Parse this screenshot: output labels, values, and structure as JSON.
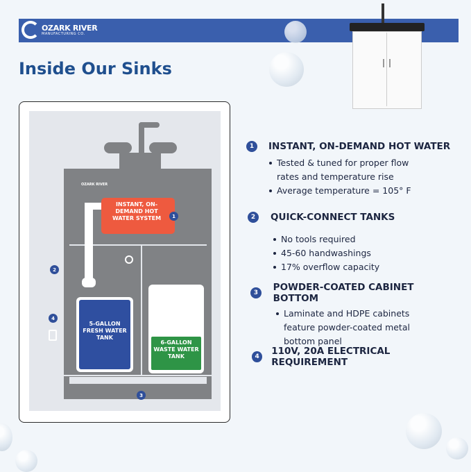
{
  "brand": {
    "name": "OZARK RIVER",
    "sub": "MANUFACTURING CO."
  },
  "title": "Inside Our Sinks",
  "diagram": {
    "heater_label": "INSTANT, ON-DEMAND HOT WATER SYSTEM",
    "fresh_tank": "5-GALLON FRESH WATER TANK",
    "waste_tank": "6-GALLON WASTE WATER TANK",
    "callouts": [
      "1",
      "2",
      "3",
      "4"
    ],
    "colors": {
      "heater": "#ee5a3f",
      "fresh": "#2f4fa0",
      "waste": "#2e9446",
      "cabinet": "#808285"
    }
  },
  "features": [
    {
      "num": "1",
      "heading": "INSTANT, ON-DEMAND HOT WATER",
      "bullets": [
        "Tested & tuned for proper flow rates and temperature rise",
        "Average temperature = 105° F"
      ]
    },
    {
      "num": "2",
      "heading": "QUICK-CONNECT TANKS",
      "bullets": [
        "No tools required",
        "45-60 handwashings",
        "17% overflow capacity"
      ]
    },
    {
      "num": "3",
      "heading": "POWDER-COATED CABINET BOTTOM",
      "bullets": [
        "Laminate and HDPE cabinets feature powder-coated metal bottom panel"
      ]
    },
    {
      "num": "4",
      "heading": "110V, 20A ELECTRICAL REQUIREMENT",
      "bullets": []
    }
  ]
}
